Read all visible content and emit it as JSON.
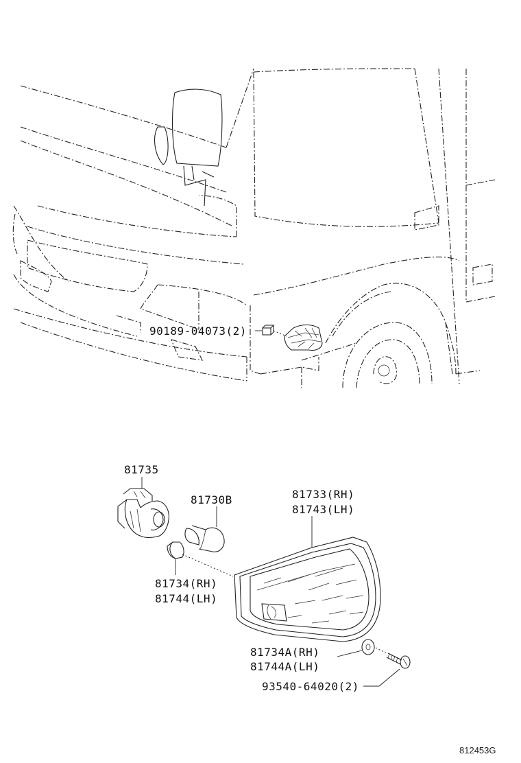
{
  "labels": {
    "clip": "90189-04073(2)",
    "socket": "81735",
    "bulb": "81730B",
    "lamp_rh": "81733(RH)",
    "lamp_lh": "81743(LH)",
    "gasket_rh": "81734(RH)",
    "gasket_lh": "81744(LH)",
    "washer_rh": "81734A(RH)",
    "washer_lh": "81744A(LH)",
    "screw": "93540-64020(2)"
  },
  "figure_number": "812453G"
}
